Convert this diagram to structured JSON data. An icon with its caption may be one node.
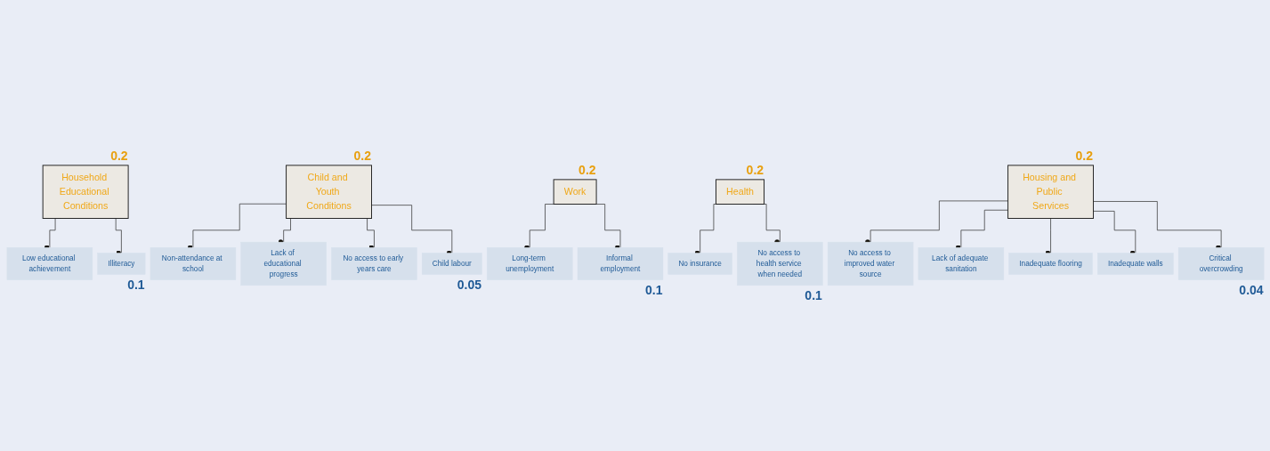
{
  "diagram": {
    "nodes": [
      {
        "text": [
          "Household Educational Conditions"
        ],
        "beside": [
          "0.2"
        ]
      },
      {
        "text": [
          "Low educational achievement"
        ]
      },
      {
        "text": [
          "Illiteracy"
        ],
        "beside": [
          "0.1"
        ]
      },
      {
        "text": [
          "Child and Youth Conditions"
        ],
        "beside": [
          "0.2"
        ]
      },
      {
        "text": [
          "Non-attendance at school"
        ]
      },
      {
        "text": [
          "Lack of educational progress"
        ]
      },
      {
        "text": [
          "No access to early years care"
        ]
      },
      {
        "text": [
          "Child labour"
        ],
        "beside": [
          "0.05"
        ]
      },
      {
        "text": [
          "Work"
        ],
        "beside": [
          "0.2"
        ]
      },
      {
        "text": [
          "Long-term unemployment"
        ]
      },
      {
        "text": [
          "Informal employment"
        ],
        "beside": [
          "0.1"
        ]
      },
      {
        "text": [
          "Health"
        ],
        "beside": [
          "0.2"
        ]
      },
      {
        "text": [
          "No insurance"
        ]
      },
      {
        "text": [
          "No access to health service when needed"
        ],
        "beside": [
          "0.1"
        ]
      },
      {
        "text": [
          "Housing and Public Services"
        ],
        "beside": [
          "0.2"
        ]
      },
      {
        "text": [
          "No access to improved water source"
        ]
      },
      {
        "text": [
          "Lack of adequate sanitation"
        ]
      },
      {
        "text": [
          "Inadequate flooring"
        ]
      },
      {
        "text": [
          "Inadequate walls"
        ]
      },
      {
        "text": [
          "Critical overcrowding"
        ],
        "beside": [
          "0.04"
        ]
      }
    ],
    "edges": [
      {
        "from": 0,
        "to": 1,
        "arrow": "other"
      },
      {
        "from": 0,
        "to": 2,
        "arrow": "other"
      },
      {
        "from": 3,
        "to": 4,
        "arrow": "other"
      },
      {
        "from": 3,
        "to": 5,
        "arrow": "other"
      },
      {
        "from": 3,
        "to": 6,
        "arrow": "other"
      },
      {
        "from": 3,
        "to": 7,
        "arrow": "other"
      },
      {
        "from": 8,
        "to": 9,
        "arrow": "other"
      },
      {
        "from": 8,
        "to": 10,
        "arrow": "other"
      },
      {
        "from": 11,
        "to": 12,
        "arrow": "other"
      },
      {
        "from": 11,
        "to": 13,
        "arrow": "other"
      },
      {
        "from": 14,
        "to": 15,
        "arrow": "other"
      },
      {
        "from": 14,
        "to": 16,
        "arrow": "other"
      },
      {
        "from": 14,
        "to": 17,
        "arrow": "other"
      },
      {
        "from": 14,
        "to": 18,
        "arrow": "other"
      },
      {
        "from": 14,
        "to": 19,
        "arrow": "other"
      }
    ]
  }
}
